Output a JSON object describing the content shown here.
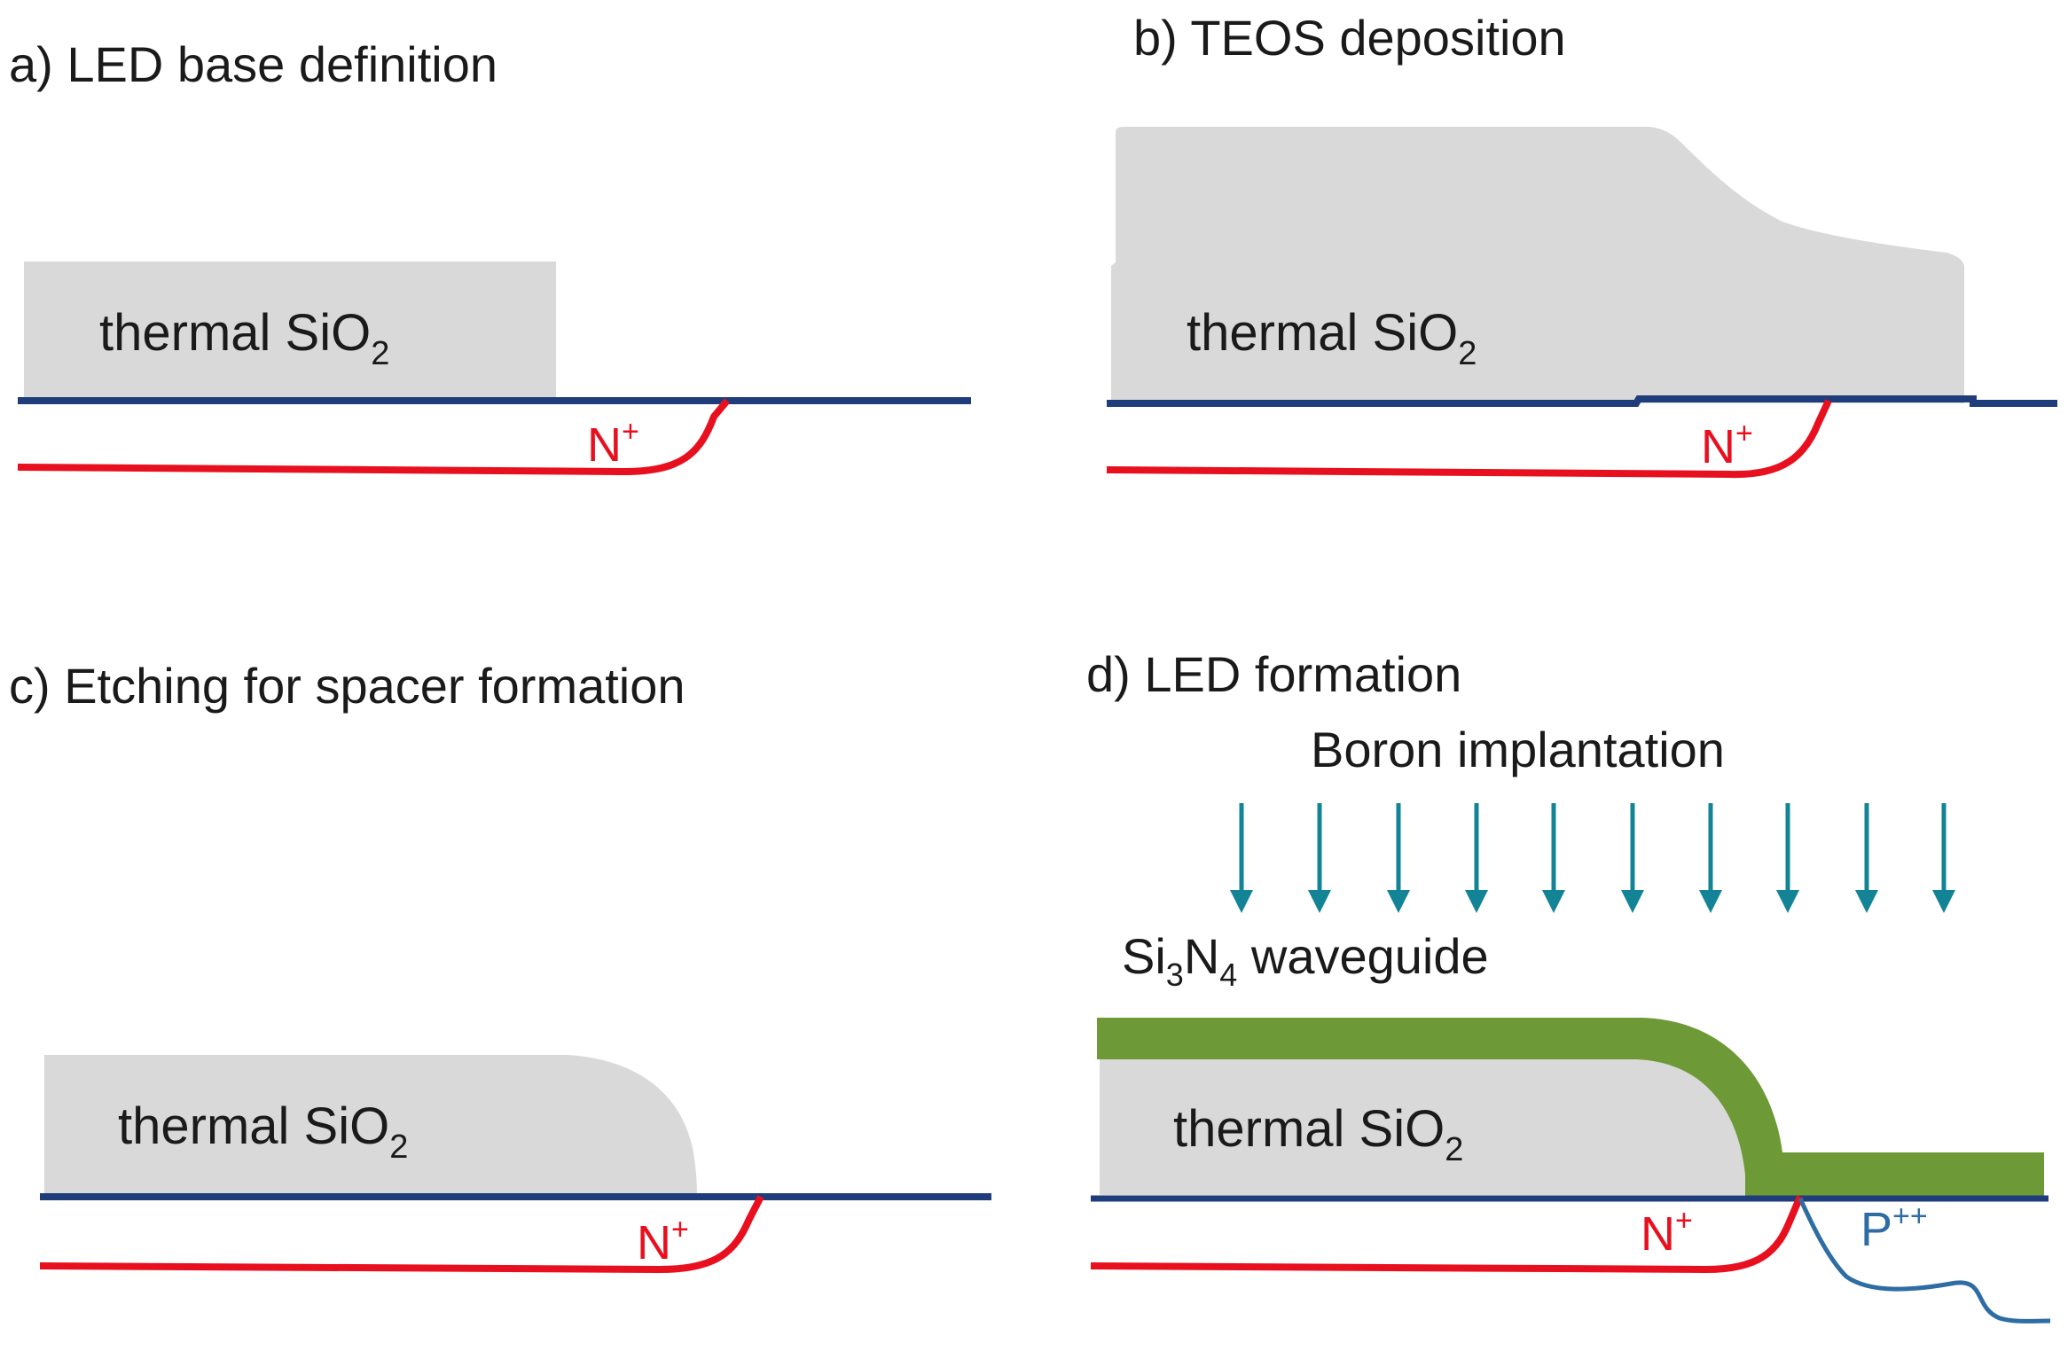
{
  "panels": {
    "a": {
      "title": "a) LED base definition",
      "oxide_label": "thermal SiO",
      "oxide_sub": "2",
      "junction_label": "N",
      "junction_sup": "+"
    },
    "b": {
      "title": "b) TEOS deposition",
      "oxide_label": "thermal SiO",
      "oxide_sub": "2",
      "junction_label": "N",
      "junction_sup": "+"
    },
    "c": {
      "title": "c) Etching for spacer formation",
      "oxide_label": "thermal SiO",
      "oxide_sub": "2",
      "junction_label": "N",
      "junction_sup": "+"
    },
    "d": {
      "title": "d) LED formation",
      "implant_label": "Boron implantation",
      "waveguide_label_1": "Si",
      "waveguide_sub_1": "3",
      "waveguide_label_2": "N",
      "waveguide_sub_2": "4",
      "waveguide_label_3": " waveguide",
      "oxide_label": "thermal SiO",
      "oxide_sub": "2",
      "junction_n_label": "N",
      "junction_n_sup": "+",
      "junction_p_label": "P",
      "junction_p_sup": "++"
    }
  },
  "colors": {
    "oxide": "#d9d9d9",
    "substrate_line": "#1f3d7a",
    "n_doping": "#e8101e",
    "p_doping": "#2e6da4",
    "arrow": "#138496",
    "waveguide": "#6d9a36",
    "text": "#1a1a1a"
  }
}
